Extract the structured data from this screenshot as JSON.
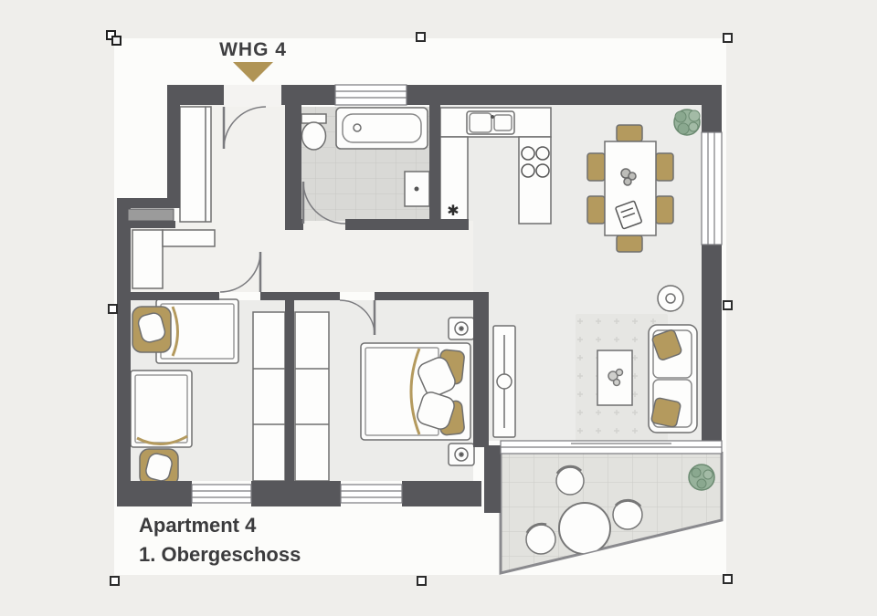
{
  "floorplan": {
    "unit_label": "WHG 4",
    "caption": {
      "line1": "Apartment 4",
      "line2": "1. Obergeschoss"
    },
    "washer_symbol": "✱",
    "colors": {
      "page_bg": "#efeeeb",
      "image_bg": "#fcfcfa",
      "wall": "#57575b",
      "floor": "#ececea",
      "hall_floor": "#f2f1ee",
      "bath_tile": "#d9d9d6",
      "balcony_tile": "#e2e2de",
      "furniture_outline": "#6f6f6f",
      "accent_tan": "#b49a5e",
      "arrow_gold": "#b09455",
      "plant_green": "#97b29b",
      "rug": "#e6e6e3",
      "shaft_gray": "#9b9b9b"
    }
  },
  "selection": {
    "handle_fill": "#ffffff",
    "handle_border": "#2c2c2c"
  }
}
